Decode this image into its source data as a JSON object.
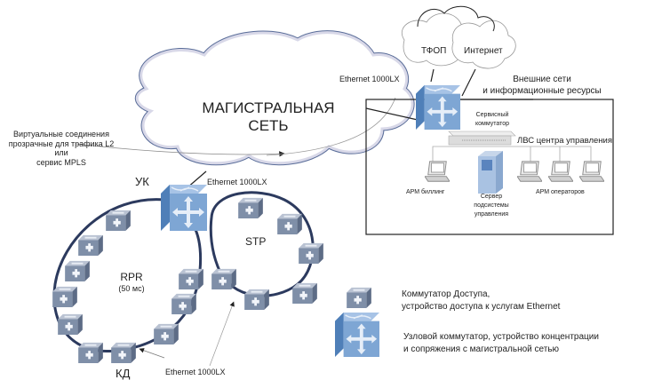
{
  "backbone": {
    "title_line1": "МАГИСТРАЛЬНАЯ",
    "title_line2": "СЕТЬ"
  },
  "virtual_connections": {
    "line1": "Виртуальные соединения",
    "line2": "прозрачные для трафика L2",
    "line3": "или",
    "line4": "сервис MPLS"
  },
  "external": {
    "pstn": "ТФОП",
    "internet": "Интернет",
    "label_line1": "Внешние сети",
    "label_line2": "и информационные ресурсы"
  },
  "links": {
    "service_uplink": "Ethernet 1000LX",
    "node_uplink": "Ethernet 1000LX",
    "access_link": "Ethernet 1000LX"
  },
  "control_center": {
    "service_switch_line1": "Сервисный",
    "service_switch_line2": "коммутатор",
    "lan_label": "ЛВС центра управления",
    "billing_label": "АРМ биллинг",
    "server_line1": "Сервер",
    "server_line2": "подсистемы",
    "server_line3": "управления",
    "operators_label": "АРМ операторов"
  },
  "rings": {
    "node_label": "УК",
    "access_label": "КД",
    "rpr_label": "RPR",
    "rpr_timing": "(50 мс)",
    "stp_label": "STP"
  },
  "legend": {
    "access_switch_line1": "Коммутатор Доступа,",
    "access_switch_line2": "устройство доступа к услугам Ethernet",
    "node_switch_line1": "Узловой коммутатор, устройство концентрации",
    "node_switch_line2": "и сопряжения с магистральной сетью"
  },
  "colors": {
    "switch_blue": "#7ea6d4",
    "access_gray": "#7f8fa8",
    "ring_line": "#2c3a5e",
    "cloud_fill": "#d8d8e8"
  }
}
